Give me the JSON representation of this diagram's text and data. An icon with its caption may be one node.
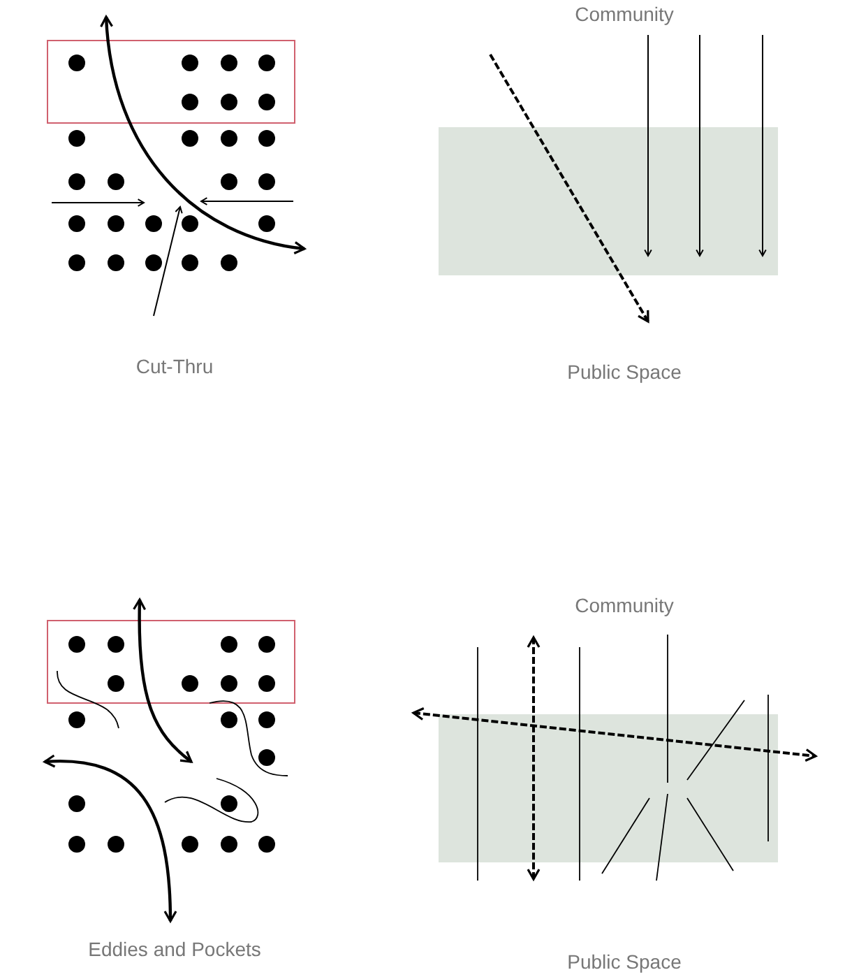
{
  "diagram": {
    "nodes": [
      {
        "text": [],
        "shape": "box"
      },
      {
        "text": [],
        "shape": "box"
      }
    ],
    "labels": [
      "Community",
      "Cut-Thru",
      "Public Space",
      "Community",
      "Eddies and Pockets",
      "Public Space"
    ]
  }
}
